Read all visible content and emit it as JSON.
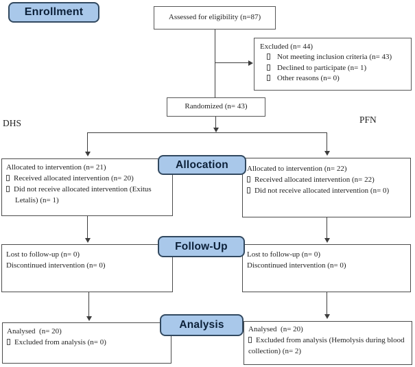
{
  "diagram": {
    "type": "consort-flow",
    "stages": {
      "enrollment": "Enrollment",
      "allocation": "Allocation",
      "followup": "Follow-Up",
      "analysis": "Analysis"
    },
    "group_labels": {
      "left": "DHS",
      "right": "PFN"
    },
    "boxes": {
      "assessed": {
        "text": "Assessed for eligibility (n=87)"
      },
      "excluded": {
        "title": "Excluded (n= 44)",
        "items": [
          "Not meeting inclusion criteria (n= 43)",
          "Declined to participate (n= 1)",
          "Other reasons (n= 0)"
        ]
      },
      "randomized": {
        "text": "Randomized (n= 43)"
      },
      "alloc_left": {
        "title": "Allocated to intervention (n= 21)",
        "items": [
          "Received allocated intervention (n= 20)",
          "Did not receive allocated intervention (Exitus Letalis) (n= 1)"
        ]
      },
      "alloc_right": {
        "title": "Allocated to intervention (n= 22)",
        "items": [
          "Received allocated intervention (n= 22)",
          "Did not receive allocated intervention (n= 0)"
        ]
      },
      "followup_left": {
        "lines": [
          "Lost to follow-up (n= 0)",
          "Discontinued intervention (n= 0)"
        ]
      },
      "followup_right": {
        "lines": [
          "Lost to follow-up (n= 0)",
          "Discontinued intervention (n= 0)"
        ]
      },
      "analysis_left": {
        "title": "Analysed  (n= 20)",
        "items": [
          "Excluded from analysis (n= 0)"
        ]
      },
      "analysis_right": {
        "title": "Analysed  (n= 20)",
        "items": [
          "Excluded from analysis (Hemolysis during blood collection) (n= 2)"
        ]
      }
    },
    "colors": {
      "badge_fill": "#a9c8ea",
      "badge_border": "#31485f",
      "badge_text": "#0c2038",
      "box_border": "#4a4a4a",
      "connector": "#3d3d3d"
    }
  }
}
